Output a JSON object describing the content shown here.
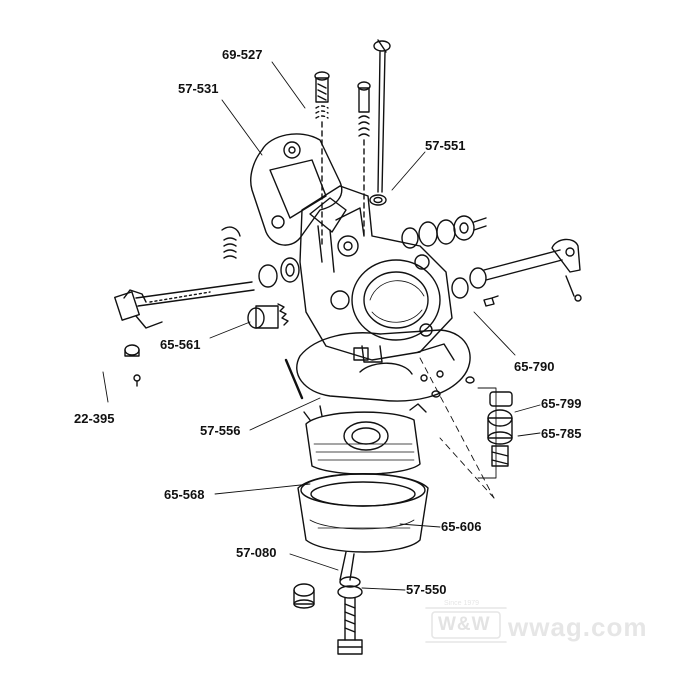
{
  "diagram": {
    "callouts": [
      {
        "id": "p69527",
        "label": "69-527"
      },
      {
        "id": "p57531",
        "label": "57-531"
      },
      {
        "id": "p57551",
        "label": "57-551"
      },
      {
        "id": "p65561",
        "label": "65-561"
      },
      {
        "id": "p22395",
        "label": "22-395"
      },
      {
        "id": "p65790",
        "label": "65-790"
      },
      {
        "id": "p65799",
        "label": "65-799"
      },
      {
        "id": "p65785",
        "label": "65-785"
      },
      {
        "id": "p57556",
        "label": "57-556"
      },
      {
        "id": "p65568",
        "label": "65-568"
      },
      {
        "id": "p65606",
        "label": "65-606"
      },
      {
        "id": "p57080",
        "label": "57-080"
      },
      {
        "id": "p57550",
        "label": "57-550"
      }
    ],
    "watermark": {
      "logo": "W&W",
      "text": "wwag.com",
      "tagline": "Since 1979"
    },
    "colors": {
      "ink": "#111111",
      "paper": "#ffffff",
      "watermark": "#e6e6e6"
    }
  }
}
